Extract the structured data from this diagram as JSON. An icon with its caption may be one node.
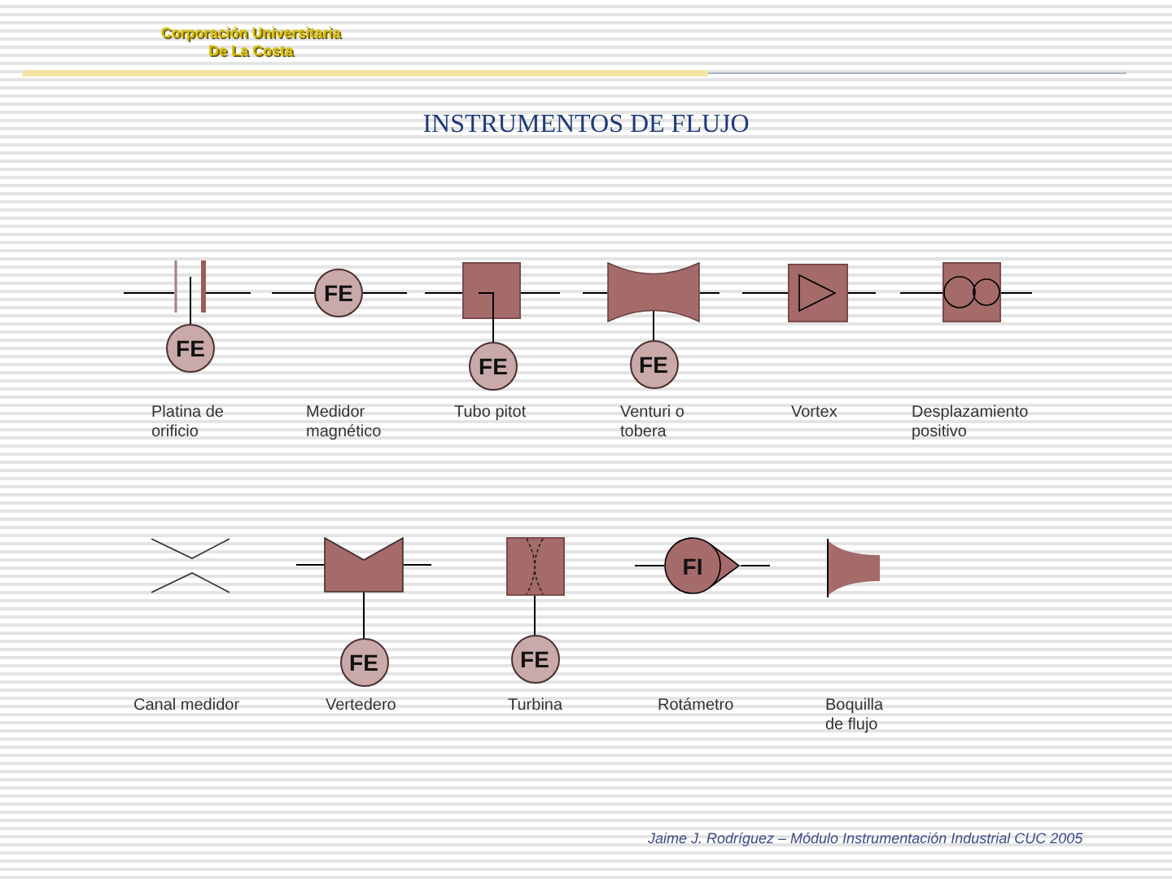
{
  "diagram": {
    "title": "INSTRUMENTOS DE FLUJO",
    "nodes": [
      {
        "text": [],
        "shape": "picture"
      },
      {
        "text": [
          "FE"
        ]
      },
      {
        "text": [
          "FE"
        ]
      },
      {
        "text": [],
        "shape": "box"
      },
      {
        "text": [
          "FE"
        ]
      },
      {
        "text": [],
        "shape": "picture"
      },
      {
        "text": [
          "FE"
        ]
      },
      {
        "text": [],
        "shape": "box"
      },
      {
        "text": [],
        "shape": "box"
      },
      {
        "text": [],
        "shape": "picture"
      },
      {
        "text": [],
        "shape": "picture"
      },
      {
        "text": [
          "FE"
        ]
      },
      {
        "text": [],
        "shape": "box"
      },
      {
        "text": [
          "FE"
        ]
      },
      {
        "text": [
          "FI"
        ]
      },
      {
        "text": [],
        "shape": "picture"
      }
    ],
    "edges": [
      {
        "from": 0,
        "to": 1,
        "arrow": "none"
      },
      {
        "from": 3,
        "to": 4,
        "arrow": "none"
      },
      {
        "from": 5,
        "to": 6,
        "arrow": "none"
      },
      {
        "from": 10,
        "to": 11,
        "arrow": "none"
      },
      {
        "from": 12,
        "to": 13,
        "arrow": "none"
      }
    ],
    "labels": [
      "Corporación Universitaria De La Costa",
      "Platina de orificio",
      "Medidor magnético",
      "Tubo pitot",
      "Venturi o tobera",
      "Vortex",
      "Desplazamiento positivo",
      "Canal medidor",
      "Vertedero",
      "Turbina",
      "Rotámetro",
      "Boquilla de flujo",
      "Jaime J. Rodríguez – Módulo Instrumentación Industrial CUC 2005"
    ]
  }
}
